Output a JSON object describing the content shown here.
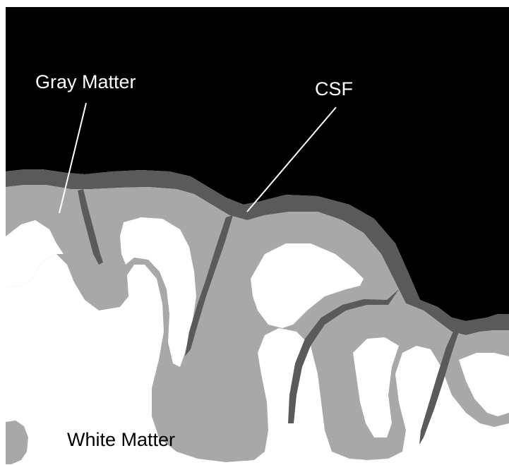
{
  "colors": {
    "background": "#ffffff",
    "csf_region": "#000000",
    "csf_layer": "#5a5a5a",
    "gray_matter": "#a8a8a8",
    "white_matter": "#ffffff",
    "label_on_dark": "#ffffff",
    "label_on_light": "#000000"
  },
  "labels": {
    "gray_matter": "Gray Matter",
    "csf": "CSF",
    "white_matter": "White Matter"
  }
}
